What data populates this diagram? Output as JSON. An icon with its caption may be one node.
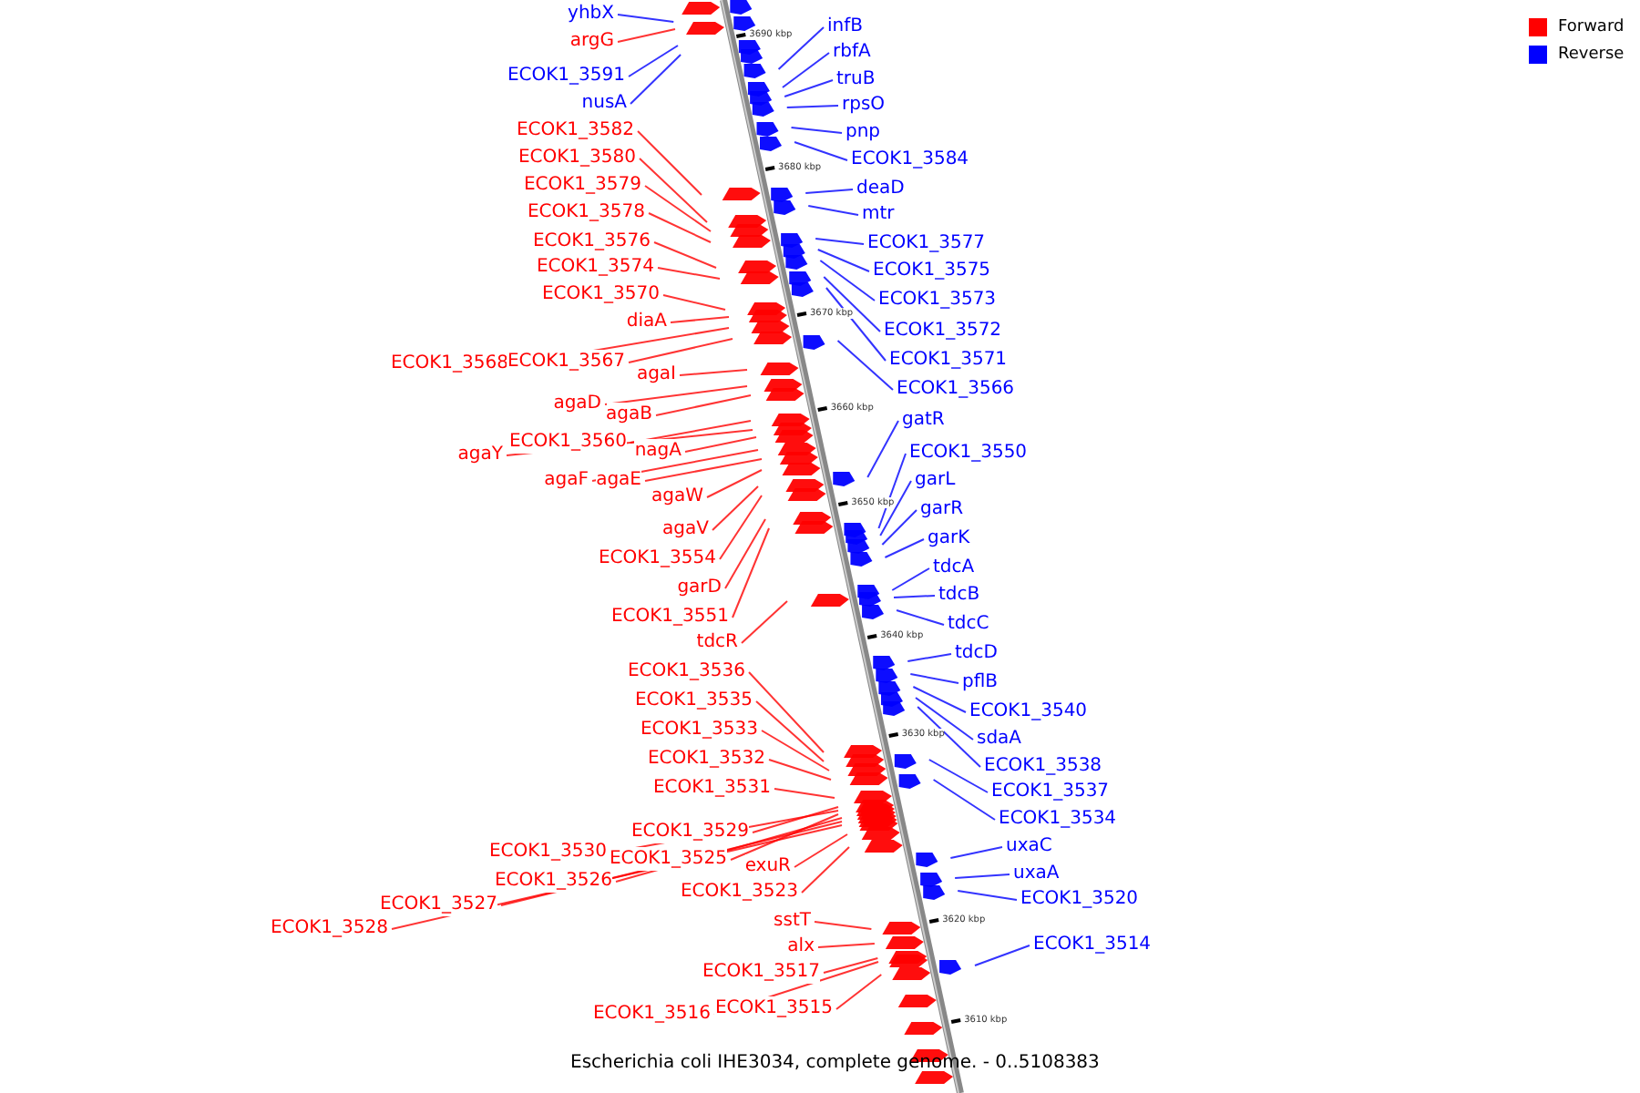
{
  "diagram": {
    "caption": "Escherichia coli IHE3034, complete genome. - 0..5108383",
    "nodes": [
      {
        "text": [
          "yhbX"
        ]
      },
      {
        "text": [
          "argG"
        ]
      },
      {
        "text": [
          "ECOK1_3591"
        ]
      },
      {
        "text": [
          "nusA"
        ]
      },
      {
        "text": [
          "ECOK1_3582"
        ]
      },
      {
        "text": [
          "ECOK1_3580"
        ]
      },
      {
        "text": [
          "ECOK1_3579"
        ]
      },
      {
        "text": [
          "ECOK1_3578"
        ]
      },
      {
        "text": [
          "ECOK1_3576"
        ]
      },
      {
        "text": [
          "ECOK1_3574"
        ]
      },
      {
        "text": [
          "ECOK1_3570"
        ]
      },
      {
        "text": [
          "diaA"
        ]
      },
      {
        "text": [
          "ECOK1_3568"
        ]
      },
      {
        "text": [
          "ECOK1_3567"
        ]
      },
      {
        "text": [
          "agaI"
        ]
      },
      {
        "text": [
          "agaD"
        ]
      },
      {
        "text": [
          "agaB"
        ]
      },
      {
        "text": [
          "ECOK1_3560"
        ]
      },
      {
        "text": [
          "agaY"
        ]
      },
      {
        "text": [
          "nagA"
        ]
      },
      {
        "text": [
          "agaF"
        ]
      },
      {
        "text": [
          "agaE"
        ]
      },
      {
        "text": [
          "agaW"
        ]
      },
      {
        "text": [
          "agaV"
        ]
      },
      {
        "text": [
          "ECOK1_3554"
        ]
      },
      {
        "text": [
          "garD"
        ]
      },
      {
        "text": [
          "ECOK1_3551"
        ]
      },
      {
        "text": [
          "tdcR"
        ]
      },
      {
        "text": [
          "ECOK1_3536"
        ]
      },
      {
        "text": [
          "ECOK1_3535"
        ]
      },
      {
        "text": [
          "ECOK1_3533"
        ]
      },
      {
        "text": [
          "ECOK1_3532"
        ]
      },
      {
        "text": [
          "ECOK1_3531"
        ]
      },
      {
        "text": [
          "ECOK1_3529"
        ]
      },
      {
        "text": [
          "ECOK1_3530"
        ]
      },
      {
        "text": [
          "ECOK1_3525"
        ]
      },
      {
        "text": [
          "ECOK1_3526"
        ]
      },
      {
        "text": [
          "ECOK1_3527"
        ]
      },
      {
        "text": [
          "ECOK1_3528"
        ]
      },
      {
        "text": [
          "exuR"
        ]
      },
      {
        "text": [
          "ECOK1_3523"
        ]
      },
      {
        "text": [
          "sstT"
        ]
      },
      {
        "text": [
          "alx"
        ]
      },
      {
        "text": [
          "ECOK1_3517"
        ]
      },
      {
        "text": [
          "ECOK1_3516"
        ]
      },
      {
        "text": [
          "ECOK1_3515"
        ]
      },
      {
        "text": [
          "infB"
        ]
      },
      {
        "text": [
          "rbfA"
        ]
      },
      {
        "text": [
          "truB"
        ]
      },
      {
        "text": [
          "rpsO"
        ]
      },
      {
        "text": [
          "pnp"
        ]
      },
      {
        "text": [
          "ECOK1_3584"
        ]
      },
      {
        "text": [
          "deaD"
        ]
      },
      {
        "text": [
          "mtr"
        ]
      },
      {
        "text": [
          "ECOK1_3577"
        ]
      },
      {
        "text": [
          "ECOK1_3575"
        ]
      },
      {
        "text": [
          "ECOK1_3573"
        ]
      },
      {
        "text": [
          "ECOK1_3572"
        ]
      },
      {
        "text": [
          "ECOK1_3571"
        ]
      },
      {
        "text": [
          "ECOK1_3566"
        ]
      },
      {
        "text": [
          "gatR"
        ]
      },
      {
        "text": [
          "ECOK1_3550"
        ]
      },
      {
        "text": [
          "garL"
        ]
      },
      {
        "text": [
          "garR"
        ]
      },
      {
        "text": [
          "garK"
        ]
      },
      {
        "text": [
          "tdcA"
        ]
      },
      {
        "text": [
          "tdcB"
        ]
      },
      {
        "text": [
          "tdcC"
        ]
      },
      {
        "text": [
          "tdcD"
        ]
      },
      {
        "text": [
          "pflB"
        ]
      },
      {
        "text": [
          "ECOK1_3540"
        ]
      },
      {
        "text": [
          "sdaA"
        ]
      },
      {
        "text": [
          "ECOK1_3538"
        ]
      },
      {
        "text": [
          "ECOK1_3537"
        ]
      },
      {
        "text": [
          "ECOK1_3534"
        ]
      },
      {
        "text": [
          "uxaC"
        ]
      },
      {
        "text": [
          "uxaA"
        ]
      },
      {
        "text": [
          "ECOK1_3520"
        ]
      },
      {
        "text": [
          "ECOK1_3514"
        ]
      }
    ],
    "edges": [
      {
        "from": 0,
        "to": null,
        "arrow": "none",
        "color": "#0000ff"
      },
      {
        "from": 1,
        "to": null,
        "arrow": "none",
        "color": "#ff0000"
      },
      {
        "from": 2,
        "to": null,
        "arrow": "none",
        "color": "#0000ff"
      },
      {
        "from": 3,
        "to": null,
        "arrow": "none",
        "color": "#0000ff"
      },
      {
        "from": 4,
        "to": null,
        "arrow": "none",
        "color": "#ff0000"
      },
      {
        "from": 5,
        "to": null,
        "arrow": "none",
        "color": "#ff0000"
      },
      {
        "from": 6,
        "to": null,
        "arrow": "none",
        "color": "#ff0000"
      },
      {
        "from": 7,
        "to": null,
        "arrow": "none",
        "color": "#ff0000"
      },
      {
        "from": 8,
        "to": null,
        "arrow": "none",
        "color": "#ff0000"
      },
      {
        "from": 9,
        "to": null,
        "arrow": "none",
        "color": "#ff0000"
      },
      {
        "from": 10,
        "to": null,
        "arrow": "none",
        "color": "#ff0000"
      },
      {
        "from": 11,
        "to": null,
        "arrow": "none",
        "color": "#ff0000"
      },
      {
        "from": 12,
        "to": null,
        "arrow": "none",
        "color": "#ff0000"
      },
      {
        "from": 13,
        "to": null,
        "arrow": "none",
        "color": "#ff0000"
      },
      {
        "from": 14,
        "to": null,
        "arrow": "none",
        "color": "#ff0000"
      },
      {
        "from": 15,
        "to": null,
        "arrow": "none",
        "color": "#ff0000"
      },
      {
        "from": 16,
        "to": null,
        "arrow": "none",
        "color": "#ff0000"
      },
      {
        "from": 17,
        "to": null,
        "arrow": "none",
        "color": "#ff0000"
      },
      {
        "from": 18,
        "to": null,
        "arrow": "none",
        "color": "#ff0000"
      },
      {
        "from": 19,
        "to": null,
        "arrow": "none",
        "color": "#ff0000"
      },
      {
        "from": 20,
        "to": null,
        "arrow": "none",
        "color": "#ff0000"
      },
      {
        "from": 21,
        "to": null,
        "arrow": "none",
        "color": "#ff0000"
      },
      {
        "from": 22,
        "to": null,
        "arrow": "none",
        "color": "#ff0000"
      },
      {
        "from": 23,
        "to": null,
        "arrow": "none",
        "color": "#ff0000"
      },
      {
        "from": 24,
        "to": null,
        "arrow": "none",
        "color": "#ff0000"
      },
      {
        "from": 25,
        "to": null,
        "arrow": "none",
        "color": "#ff0000"
      },
      {
        "from": 26,
        "to": null,
        "arrow": "none",
        "color": "#ff0000"
      },
      {
        "from": 27,
        "to": null,
        "arrow": "none",
        "color": "#ff0000"
      },
      {
        "from": 28,
        "to": null,
        "arrow": "none",
        "color": "#ff0000"
      },
      {
        "from": 29,
        "to": null,
        "arrow": "none",
        "color": "#ff0000"
      },
      {
        "from": 30,
        "to": null,
        "arrow": "none",
        "color": "#ff0000"
      },
      {
        "from": 31,
        "to": null,
        "arrow": "none",
        "color": "#ff0000"
      },
      {
        "from": 32,
        "to": null,
        "arrow": "none",
        "color": "#ff0000"
      },
      {
        "from": 33,
        "to": null,
        "arrow": "none",
        "color": "#ff0000"
      },
      {
        "from": 34,
        "to": null,
        "arrow": "none",
        "color": "#ff0000"
      },
      {
        "from": 35,
        "to": null,
        "arrow": "none",
        "color": "#ff0000"
      },
      {
        "from": 36,
        "to": null,
        "arrow": "none",
        "color": "#ff0000"
      },
      {
        "from": 37,
        "to": null,
        "arrow": "none",
        "color": "#ff0000"
      },
      {
        "from": 38,
        "to": null,
        "arrow": "none",
        "color": "#ff0000"
      },
      {
        "from": 39,
        "to": null,
        "arrow": "none",
        "color": "#ff0000"
      },
      {
        "from": 40,
        "to": null,
        "arrow": "none",
        "color": "#ff0000"
      },
      {
        "from": 41,
        "to": null,
        "arrow": "none",
        "color": "#ff0000"
      },
      {
        "from": 42,
        "to": null,
        "arrow": "none",
        "color": "#ff0000"
      },
      {
        "from": 43,
        "to": null,
        "arrow": "none",
        "color": "#ff0000"
      },
      {
        "from": 44,
        "to": null,
        "arrow": "none",
        "color": "#ff0000"
      },
      {
        "from": 45,
        "to": null,
        "arrow": "none",
        "color": "#ff0000"
      },
      {
        "from": 46,
        "to": null,
        "arrow": "none",
        "color": "#0000ff"
      },
      {
        "from": 47,
        "to": null,
        "arrow": "none",
        "color": "#0000ff"
      },
      {
        "from": 48,
        "to": null,
        "arrow": "none",
        "color": "#0000ff"
      },
      {
        "from": 49,
        "to": null,
        "arrow": "none",
        "color": "#0000ff"
      },
      {
        "from": 50,
        "to": null,
        "arrow": "none",
        "color": "#0000ff"
      },
      {
        "from": 51,
        "to": null,
        "arrow": "none",
        "color": "#0000ff"
      },
      {
        "from": 52,
        "to": null,
        "arrow": "none",
        "color": "#0000ff"
      },
      {
        "from": 53,
        "to": null,
        "arrow": "none",
        "color": "#0000ff"
      },
      {
        "from": 54,
        "to": null,
        "arrow": "none",
        "color": "#0000ff"
      },
      {
        "from": 55,
        "to": null,
        "arrow": "none",
        "color": "#0000ff"
      },
      {
        "from": 56,
        "to": null,
        "arrow": "none",
        "color": "#0000ff"
      },
      {
        "from": 57,
        "to": null,
        "arrow": "none",
        "color": "#0000ff"
      },
      {
        "from": 58,
        "to": null,
        "arrow": "none",
        "color": "#0000ff"
      },
      {
        "from": 59,
        "to": null,
        "arrow": "none",
        "color": "#0000ff"
      },
      {
        "from": 60,
        "to": null,
        "arrow": "none",
        "color": "#0000ff"
      },
      {
        "from": 61,
        "to": null,
        "arrow": "none",
        "color": "#0000ff"
      },
      {
        "from": 62,
        "to": null,
        "arrow": "none",
        "color": "#0000ff"
      },
      {
        "from": 63,
        "to": null,
        "arrow": "none",
        "color": "#0000ff"
      },
      {
        "from": 64,
        "to": null,
        "arrow": "none",
        "color": "#0000ff"
      },
      {
        "from": 65,
        "to": null,
        "arrow": "none",
        "color": "#0000ff"
      },
      {
        "from": 66,
        "to": null,
        "arrow": "none",
        "color": "#0000ff"
      },
      {
        "from": 67,
        "to": null,
        "arrow": "none",
        "color": "#0000ff"
      },
      {
        "from": 68,
        "to": null,
        "arrow": "none",
        "color": "#0000ff"
      },
      {
        "from": 69,
        "to": null,
        "arrow": "none",
        "color": "#0000ff"
      },
      {
        "from": 70,
        "to": null,
        "arrow": "none",
        "color": "#0000ff"
      },
      {
        "from": 71,
        "to": null,
        "arrow": "none",
        "color": "#0000ff"
      },
      {
        "from": 72,
        "to": null,
        "arrow": "none",
        "color": "#0000ff"
      },
      {
        "from": 73,
        "to": null,
        "arrow": "none",
        "color": "#0000ff"
      },
      {
        "from": 74,
        "to": null,
        "arrow": "none",
        "color": "#0000ff"
      },
      {
        "from": 75,
        "to": null,
        "arrow": "none",
        "color": "#0000ff"
      },
      {
        "from": 76,
        "to": null,
        "arrow": "none",
        "color": "#0000ff"
      },
      {
        "from": 77,
        "to": null,
        "arrow": "none",
        "color": "#0000ff"
      },
      {
        "from": 78,
        "to": null,
        "arrow": "none",
        "color": "#0000ff"
      }
    ],
    "labels": [
      "3690 kbp",
      "3680 kbp",
      "3670 kbp",
      "3660 kbp",
      "3650 kbp",
      "3640 kbp",
      "3630 kbp",
      "3620 kbp",
      "3610 kbp"
    ],
    "legend": [
      {
        "text": "Forward",
        "color": "#ff0000"
      },
      {
        "text": "Reverse",
        "color": "#0000ff"
      }
    ]
  }
}
